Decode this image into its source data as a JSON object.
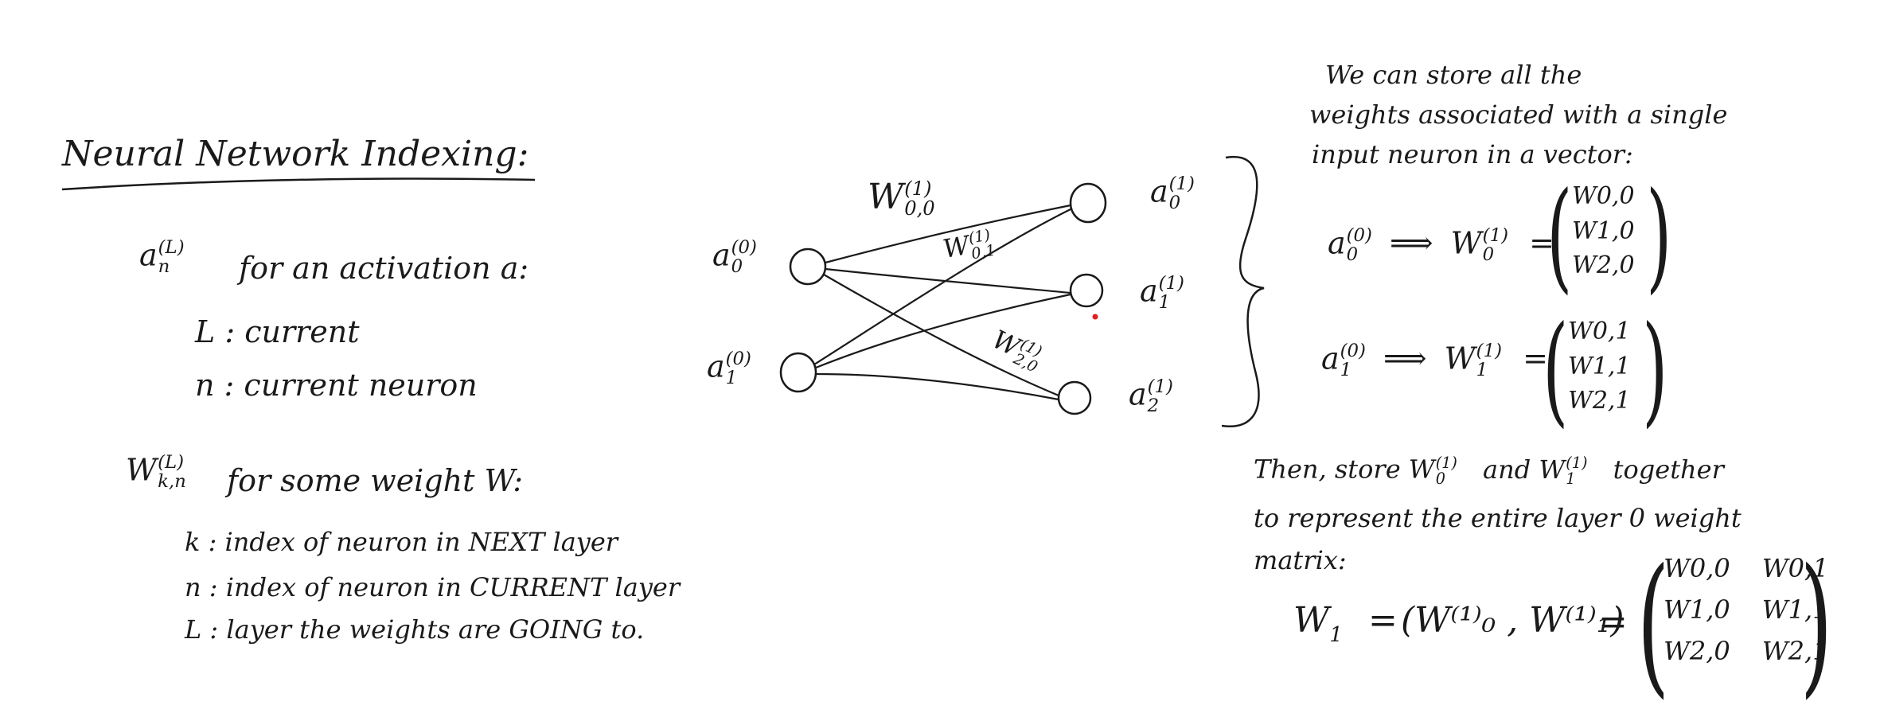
{
  "title": "Neural Network Indexing:",
  "left": {
    "activation_base": "a",
    "activation_sup": "(L)",
    "activation_sub": "n",
    "activation_text": "for an activation a:",
    "l_def": "L : current",
    "n_def": "n : current neuron",
    "weight_base": "W",
    "weight_sup": "(L)",
    "weight_sub": "k,n",
    "weight_text": "for some weight W:",
    "k_line": "k : index of neuron in NEXT layer",
    "n_line": "n : index of neuron in CURRENT layer",
    "L_line": "L : layer the weights are GOING to."
  },
  "diagram": {
    "input_labels": [
      {
        "base": "a",
        "sup": "(0)",
        "sub": "0"
      },
      {
        "base": "a",
        "sup": "(0)",
        "sub": "1"
      }
    ],
    "output_labels": [
      {
        "base": "a",
        "sup": "(1)",
        "sub": "0"
      },
      {
        "base": "a",
        "sup": "(1)",
        "sub": "1"
      },
      {
        "base": "a",
        "sup": "(1)",
        "sub": "2"
      }
    ],
    "edge_labels": [
      {
        "base": "W",
        "sup": "(1)",
        "sub": "0,0"
      },
      {
        "base": "W",
        "sup": "(1)",
        "sub": "0,1"
      },
      {
        "base": "W",
        "sup": "(1)",
        "sub": "2,0"
      }
    ]
  },
  "right": {
    "intro_1": "We can store all the",
    "intro_2": "weights associated with a single",
    "intro_3": "input neuron in a vector:",
    "eq1": {
      "a_sup": "(0)",
      "a_sub": "0",
      "arrow": "⟹",
      "w_sup": "(1)",
      "w_sub": "0",
      "eq": "=",
      "entries": [
        "W0,0",
        "W1,0",
        "W2,0"
      ]
    },
    "eq2": {
      "a_sup": "(0)",
      "a_sub": "1",
      "arrow": "⟹",
      "w_sup": "(1)",
      "w_sub": "1",
      "eq": "=",
      "entries": [
        "W0,1",
        "W1,1",
        "W2,1"
      ]
    },
    "then_1": "Then, store  W",
    "then_1b": "and  W",
    "then_1c": "together",
    "then_2": "to represent the entire layer 0 weight",
    "then_3": "matrix:",
    "final": {
      "lhs": "W",
      "lhs_sub": "1",
      "eq": "=",
      "mid": "(W⁽¹⁾₀ , W⁽¹⁾₁)",
      "eq2": "=",
      "matrix": [
        [
          "W0,0",
          "W0,1"
        ],
        [
          "W1,0",
          "W1,1"
        ],
        [
          "W2,0",
          "W2,1"
        ]
      ]
    }
  }
}
